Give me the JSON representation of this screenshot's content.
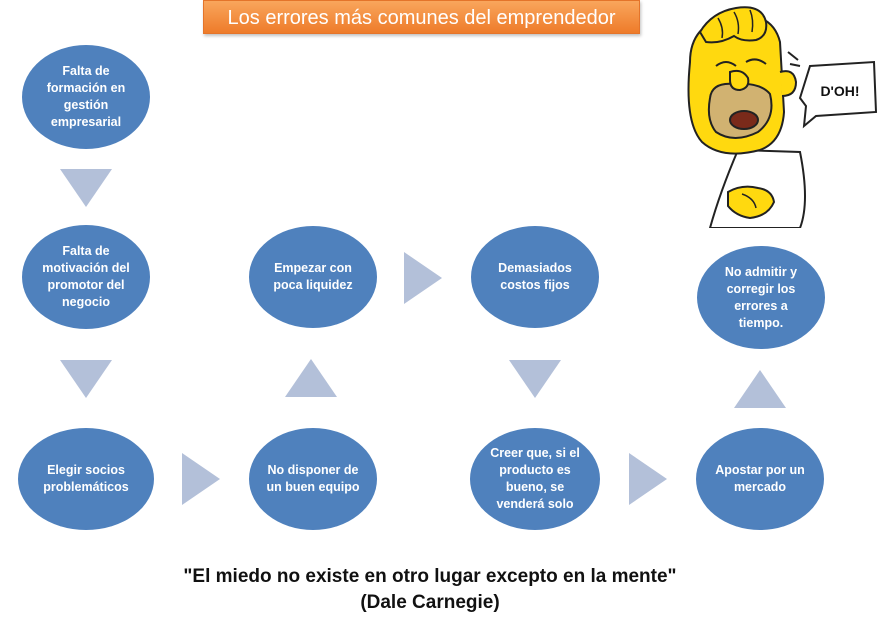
{
  "title": "Los errores más comunes del emprendedor",
  "nodes": {
    "formacion": "Falta de formación en gestión empresarial",
    "motivacion": "Falta de motivación del promotor del negocio",
    "socios": "Elegir socios problemáticos",
    "equipo": "No disponer de un buen equipo",
    "liquidez": "Empezar con poca liquidez",
    "costos": "Demasiados costos fijos",
    "producto": "Creer que, si el producto es bueno, se venderá solo",
    "mercado": "Apostar por un mercado",
    "errores": "No admitir y corregir los errores a tiempo."
  },
  "quote": {
    "text": "\"El miedo no existe en otro lugar excepto en la mente\"",
    "author": "(Dale Carnegie)"
  },
  "illustration": {
    "speech": "D'OH!"
  },
  "colors": {
    "node": "#4f81bd",
    "arrow": "#b3c0d9",
    "banner": "#f0863a"
  }
}
